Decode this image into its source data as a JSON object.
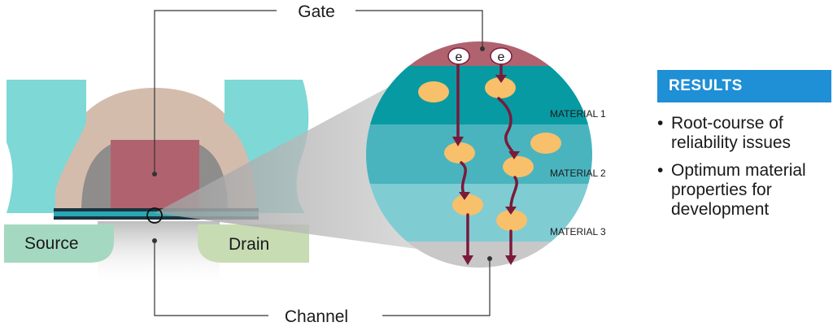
{
  "labels": {
    "gate": "Gate",
    "channel": "Channel",
    "source": "Source",
    "drain": "Drain",
    "electron_symbol": "e",
    "materials": [
      "MATERIAL 1",
      "MATERIAL 2",
      "MATERIAL 3"
    ]
  },
  "results": {
    "title": "RESULTS",
    "bullet_symbol": "•",
    "items": [
      "Root-course of reliability issues",
      "Optimum material properties for development"
    ]
  },
  "colors": {
    "accent_blue": "#1f8fd6",
    "gate_tan": "#d4bcad",
    "gate_contact": "#b0636f",
    "source_drain_green": "#a5d8c0",
    "cyan_pillar": "#7dd8d6",
    "material_1": "#089aa2",
    "material_2": "#49b4be",
    "material_3": "#80ccd3",
    "electron_path": "#7a1a3a",
    "trap_orange": "#f8c06a"
  }
}
